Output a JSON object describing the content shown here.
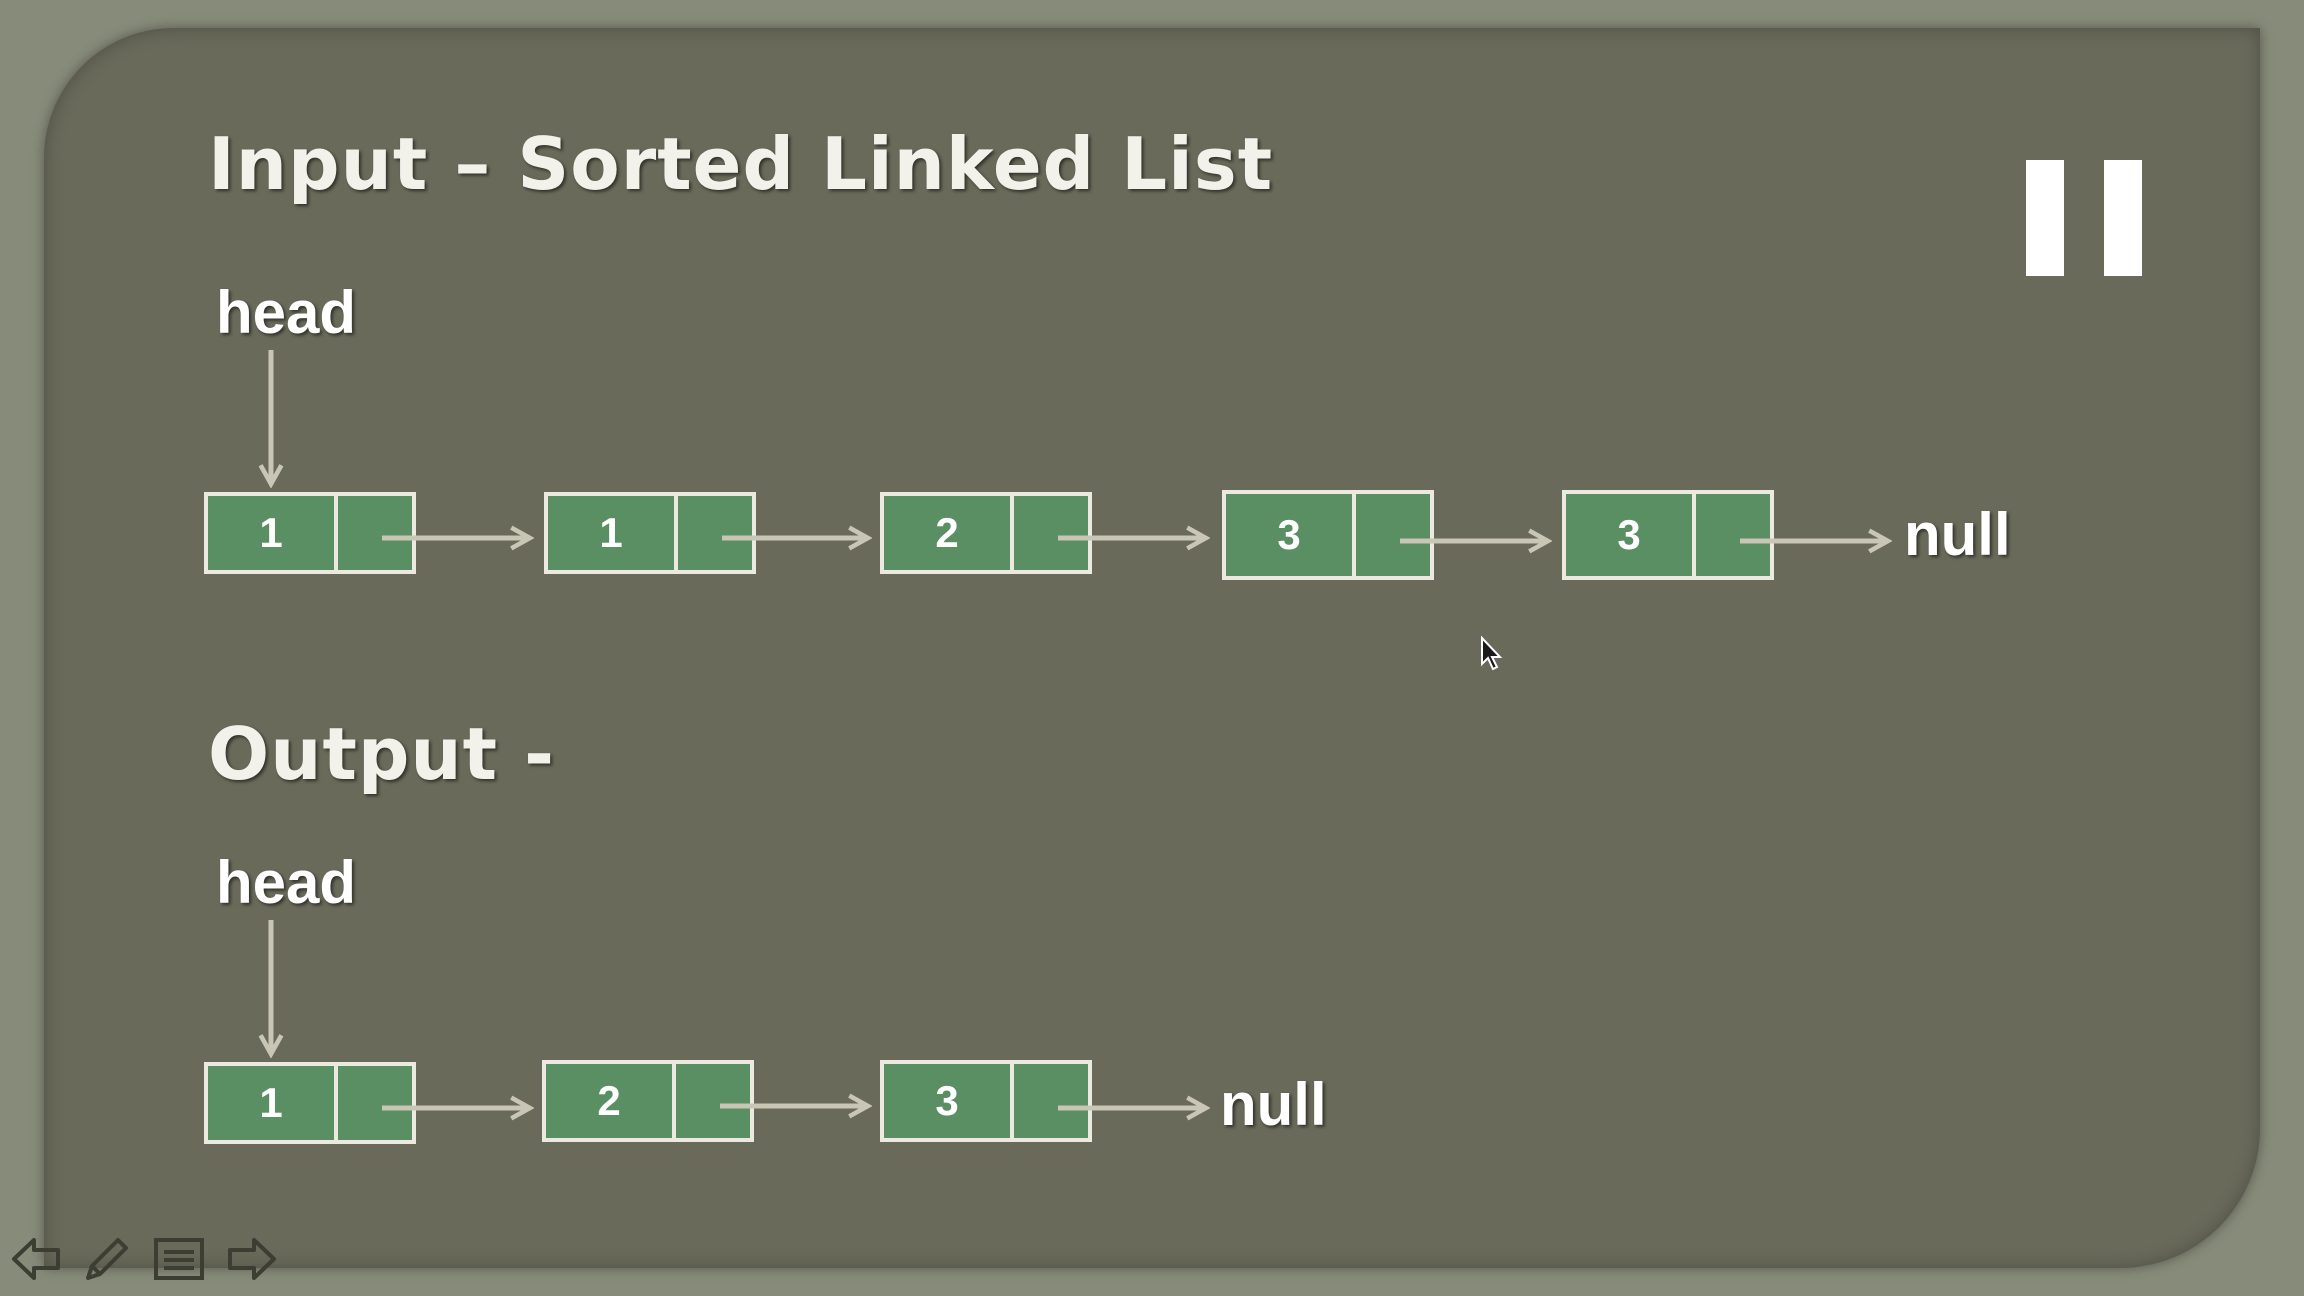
{
  "slide": {
    "input_title": "Input – Sorted Linked List",
    "output_title": "Output -"
  },
  "input_list": {
    "head_label": "head",
    "nodes": [
      "1",
      "1",
      "2",
      "3",
      "3"
    ],
    "null_label": "null"
  },
  "output_list": {
    "head_label": "head",
    "nodes": [
      "1",
      "2",
      "3"
    ],
    "null_label": "null"
  },
  "controls": {
    "pause_icon": "pause-icon",
    "toolbar_icons": [
      "previous-icon",
      "pen-icon",
      "menu-icon",
      "next-icon"
    ]
  },
  "colors": {
    "slide_bg": "#696a5a",
    "node_fill": "#5a8f63",
    "node_border": "#eceae0",
    "arrow": "#c9c6b5"
  }
}
